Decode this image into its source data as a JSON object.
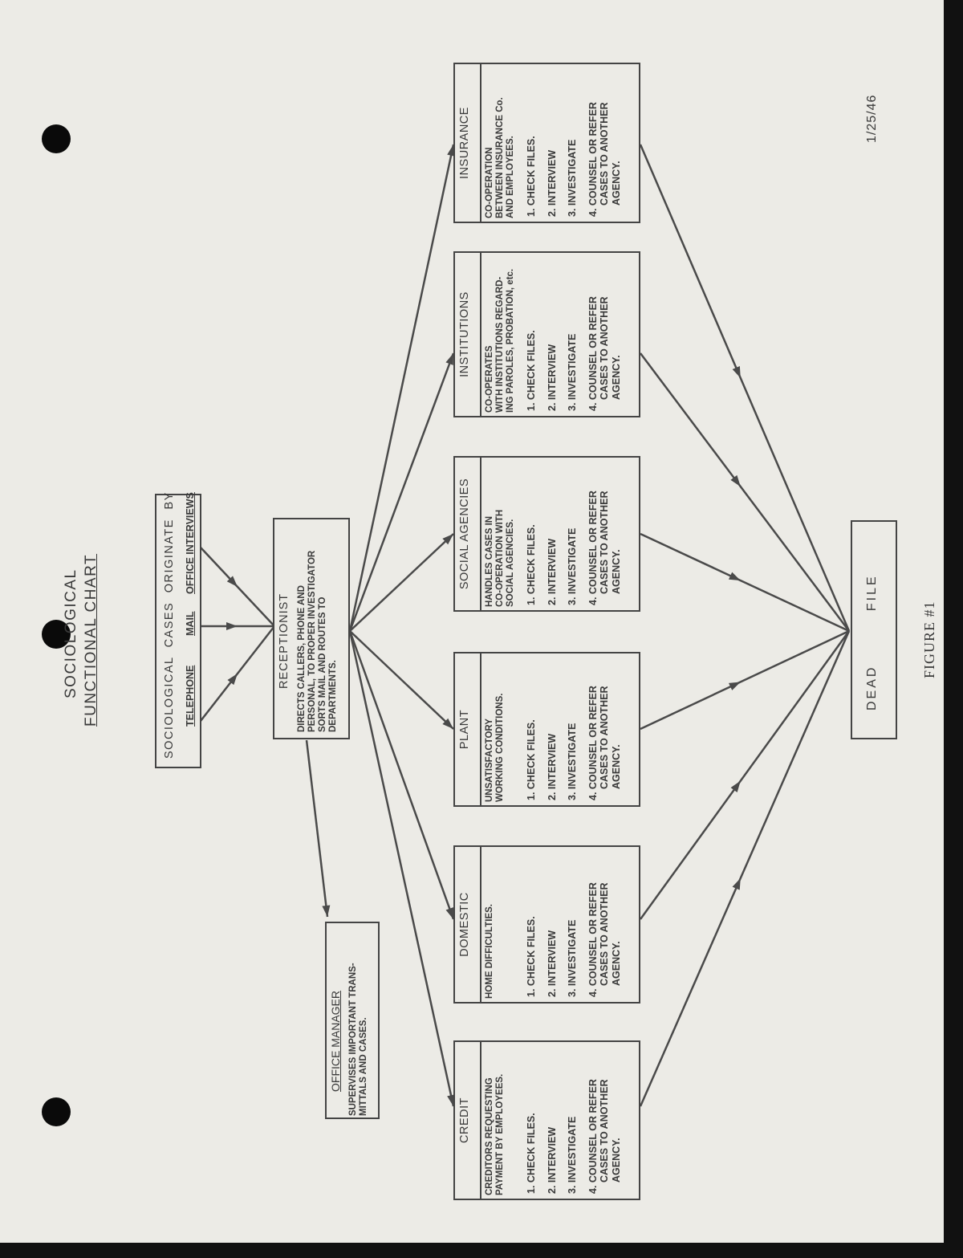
{
  "title": {
    "line1": "SOCIOLOGICAL",
    "line2": "FUNCTIONAL CHART"
  },
  "date": "1/25/46",
  "figure_label": "FIGURE #1",
  "origin": {
    "heading": "SOCIOLOGICAL CASES ORIGINATE BY",
    "sources": [
      "TELEPHONE",
      "MAIL",
      "OFFICE INTERVIEWS"
    ]
  },
  "receptionist": {
    "title": "RECEPTIONIST",
    "lines": [
      "DIRECTS CALLERS, PHONE AND",
      "PERSONAL, TO PROPER INVESTIGATOR",
      "SORTS MAIL AND ROUTES TO",
      "DEPARTMENTS."
    ]
  },
  "office_manager": {
    "title": "OFFICE MANAGER",
    "lines": [
      "SUPERVISES IMPORTANT TRANS-",
      "MITTALS AND CASES."
    ]
  },
  "departments": [
    {
      "title": "CREDIT",
      "desc": [
        "CREDITORS REQUESTING",
        "PAYMENT BY EMPLOYEES."
      ]
    },
    {
      "title": "DOMESTIC",
      "desc": [
        "HOME DIFFICULTIES."
      ]
    },
    {
      "title": "PLANT",
      "desc": [
        "UNSATISFACTORY",
        "WORKING CONDITIONS."
      ]
    },
    {
      "title": "SOCIAL AGENCIES",
      "desc": [
        "HANDLES CASES IN",
        "CO-OPERATION WITH",
        "SOCIAL AGENCIES."
      ]
    },
    {
      "title": "INSTITUTIONS",
      "desc": [
        "CO-OPERATES",
        "WITH INSTITUTIONS REGARD-",
        "ING PAROLES, PROBATION, etc."
      ]
    },
    {
      "title": "INSURANCE",
      "desc": [
        "CO-OPERATION",
        "BETWEEN INSURANCE Co.",
        "AND EMPLOYEES."
      ]
    }
  ],
  "steps": [
    "1. CHECK FILES.",
    "2. INTERVIEW",
    "3. INVESTIGATE",
    "4. COUNSEL OR REFER",
    "CASES TO ANOTHER",
    "AGENCY."
  ],
  "dead_file": "DEAD FILE"
}
